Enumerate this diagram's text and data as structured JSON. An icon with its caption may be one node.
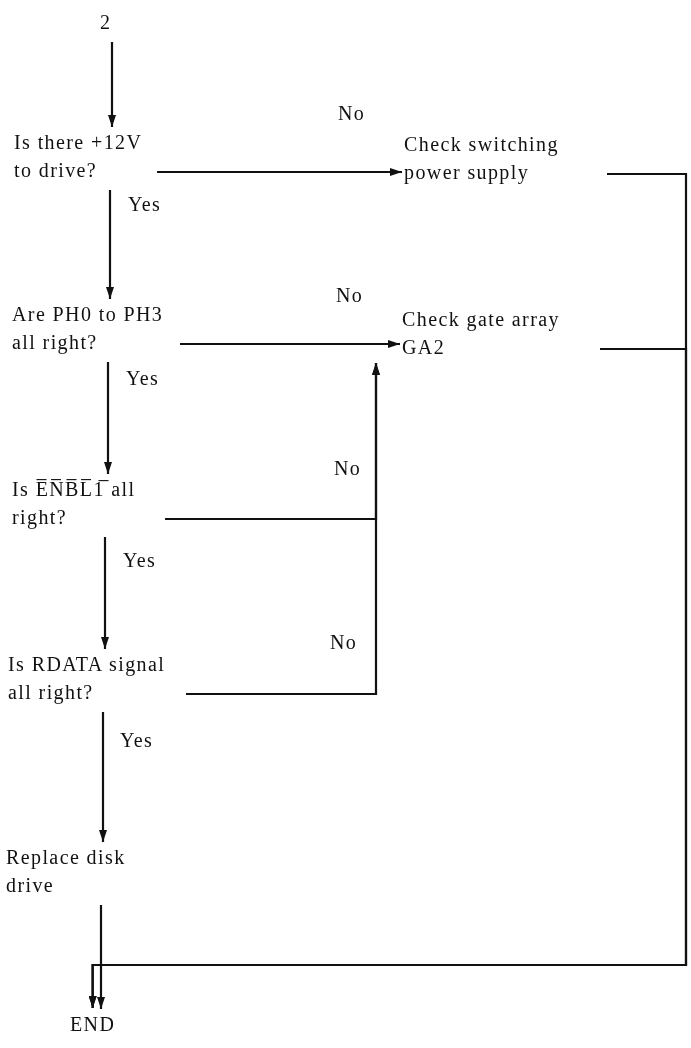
{
  "diagram": {
    "nodes": [
      {
        "text": [
          "2"
        ]
      },
      {
        "text": [
          "Is there +12V to drive?"
        ]
      },
      {
        "text": [
          "Check switching power supply"
        ]
      },
      {
        "text": [
          "Are PH0 to PH3 all right?"
        ]
      },
      {
        "text": [
          "Check gate array GA2"
        ]
      },
      {
        "text": [
          "Is E̅N̅B̅L̅1̅ all right?"
        ]
      },
      {
        "text": [
          "Is RDATA signal all right?"
        ]
      },
      {
        "text": [
          "Replace disk drive"
        ]
      },
      {
        "text": [
          "END"
        ]
      }
    ],
    "edges": [
      {
        "from": 0,
        "to": 1,
        "arrow": "to"
      },
      {
        "from": 1,
        "to": 3,
        "arrow": "to",
        "label": "Yes"
      },
      {
        "from": 1,
        "to": 2,
        "arrow": "to",
        "label": "No"
      },
      {
        "from": 3,
        "to": 5,
        "arrow": "to",
        "label": "Yes"
      },
      {
        "from": 3,
        "to": 4,
        "arrow": "to",
        "label": "No"
      },
      {
        "from": 5,
        "to": 4,
        "arrow": "to",
        "label": "No"
      },
      {
        "from": 6,
        "to": 4,
        "arrow": "to",
        "label": "No"
      },
      {
        "from": 5,
        "to": 6,
        "arrow": "to",
        "label": "Yes"
      },
      {
        "from": 6,
        "to": 7,
        "arrow": "to",
        "label": "Yes"
      },
      {
        "from": 7,
        "to": 8,
        "arrow": "to"
      },
      {
        "from": 2,
        "to": 8,
        "arrow": "to"
      },
      {
        "from": 4,
        "to": 8,
        "arrow": "to"
      }
    ]
  }
}
